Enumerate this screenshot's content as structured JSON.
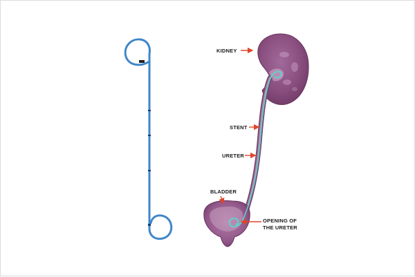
{
  "colors": {
    "stent_blue": "#3f86c9",
    "stent_cyan": "#5fd3cf",
    "kidney_purple": "#8a4f7f",
    "arrow_red": "#e0452b"
  },
  "labels": {
    "kidney": "KIDNEY",
    "stent": "STENT",
    "ureter": "URETER",
    "bladder": "BLADDER",
    "opening_line1": "OPENING OF",
    "opening_line2": "THE URETER"
  }
}
